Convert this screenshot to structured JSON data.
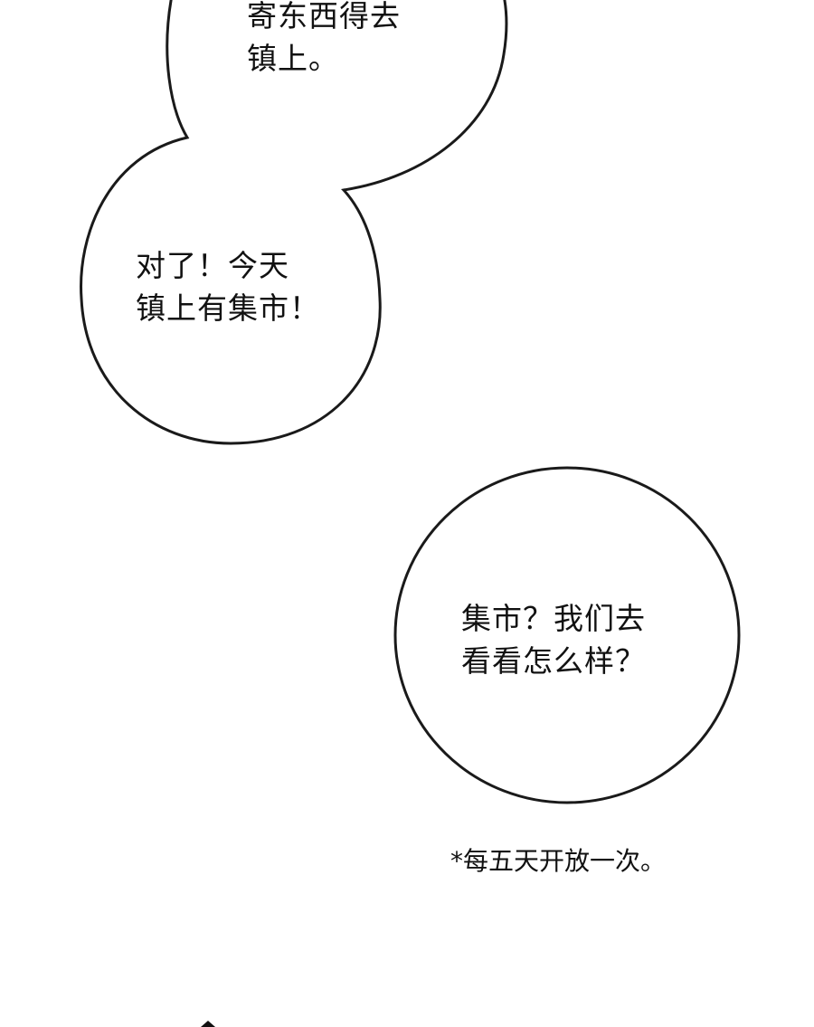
{
  "bubbles": [
    {
      "lines": [
        "寄东西得去",
        "镇上。"
      ]
    },
    {
      "lines": [
        "对了！今天",
        "镇上有集市！"
      ]
    },
    {
      "lines": [
        "集市？我们去",
        "看看怎么样？"
      ]
    }
  ],
  "footnote": "*每五天开放一次。"
}
